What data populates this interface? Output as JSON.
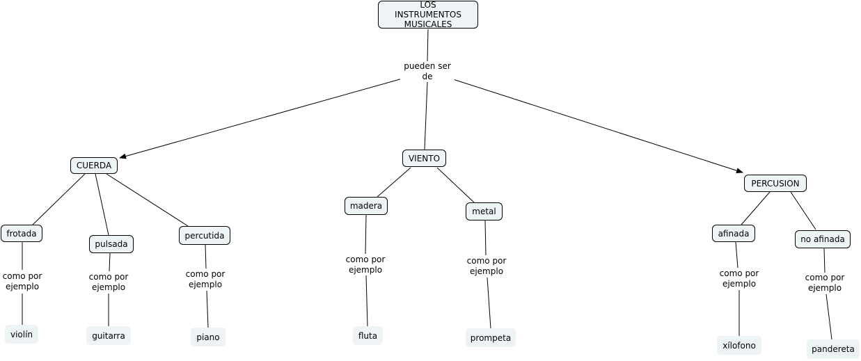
{
  "root": "LOS INSTRUMENTOS MUSICALES",
  "root_link": "pueden ser de",
  "example_link": "como por ejemplo",
  "categories": [
    "CUERDA",
    "VIENTO",
    "PERCUSION"
  ],
  "cuerda_types": [
    "frotada",
    "pulsada",
    "percutida"
  ],
  "viento_types": [
    "madera",
    "metal"
  ],
  "percusion_types": [
    "afinada",
    "no afinada"
  ],
  "examples": {
    "frotada": "violín",
    "pulsada": "guitarra",
    "percutida": "piano",
    "madera": "fluta",
    "metal": "prompeta",
    "afinada": "xílofono",
    "no_afinada": "pandereta"
  }
}
